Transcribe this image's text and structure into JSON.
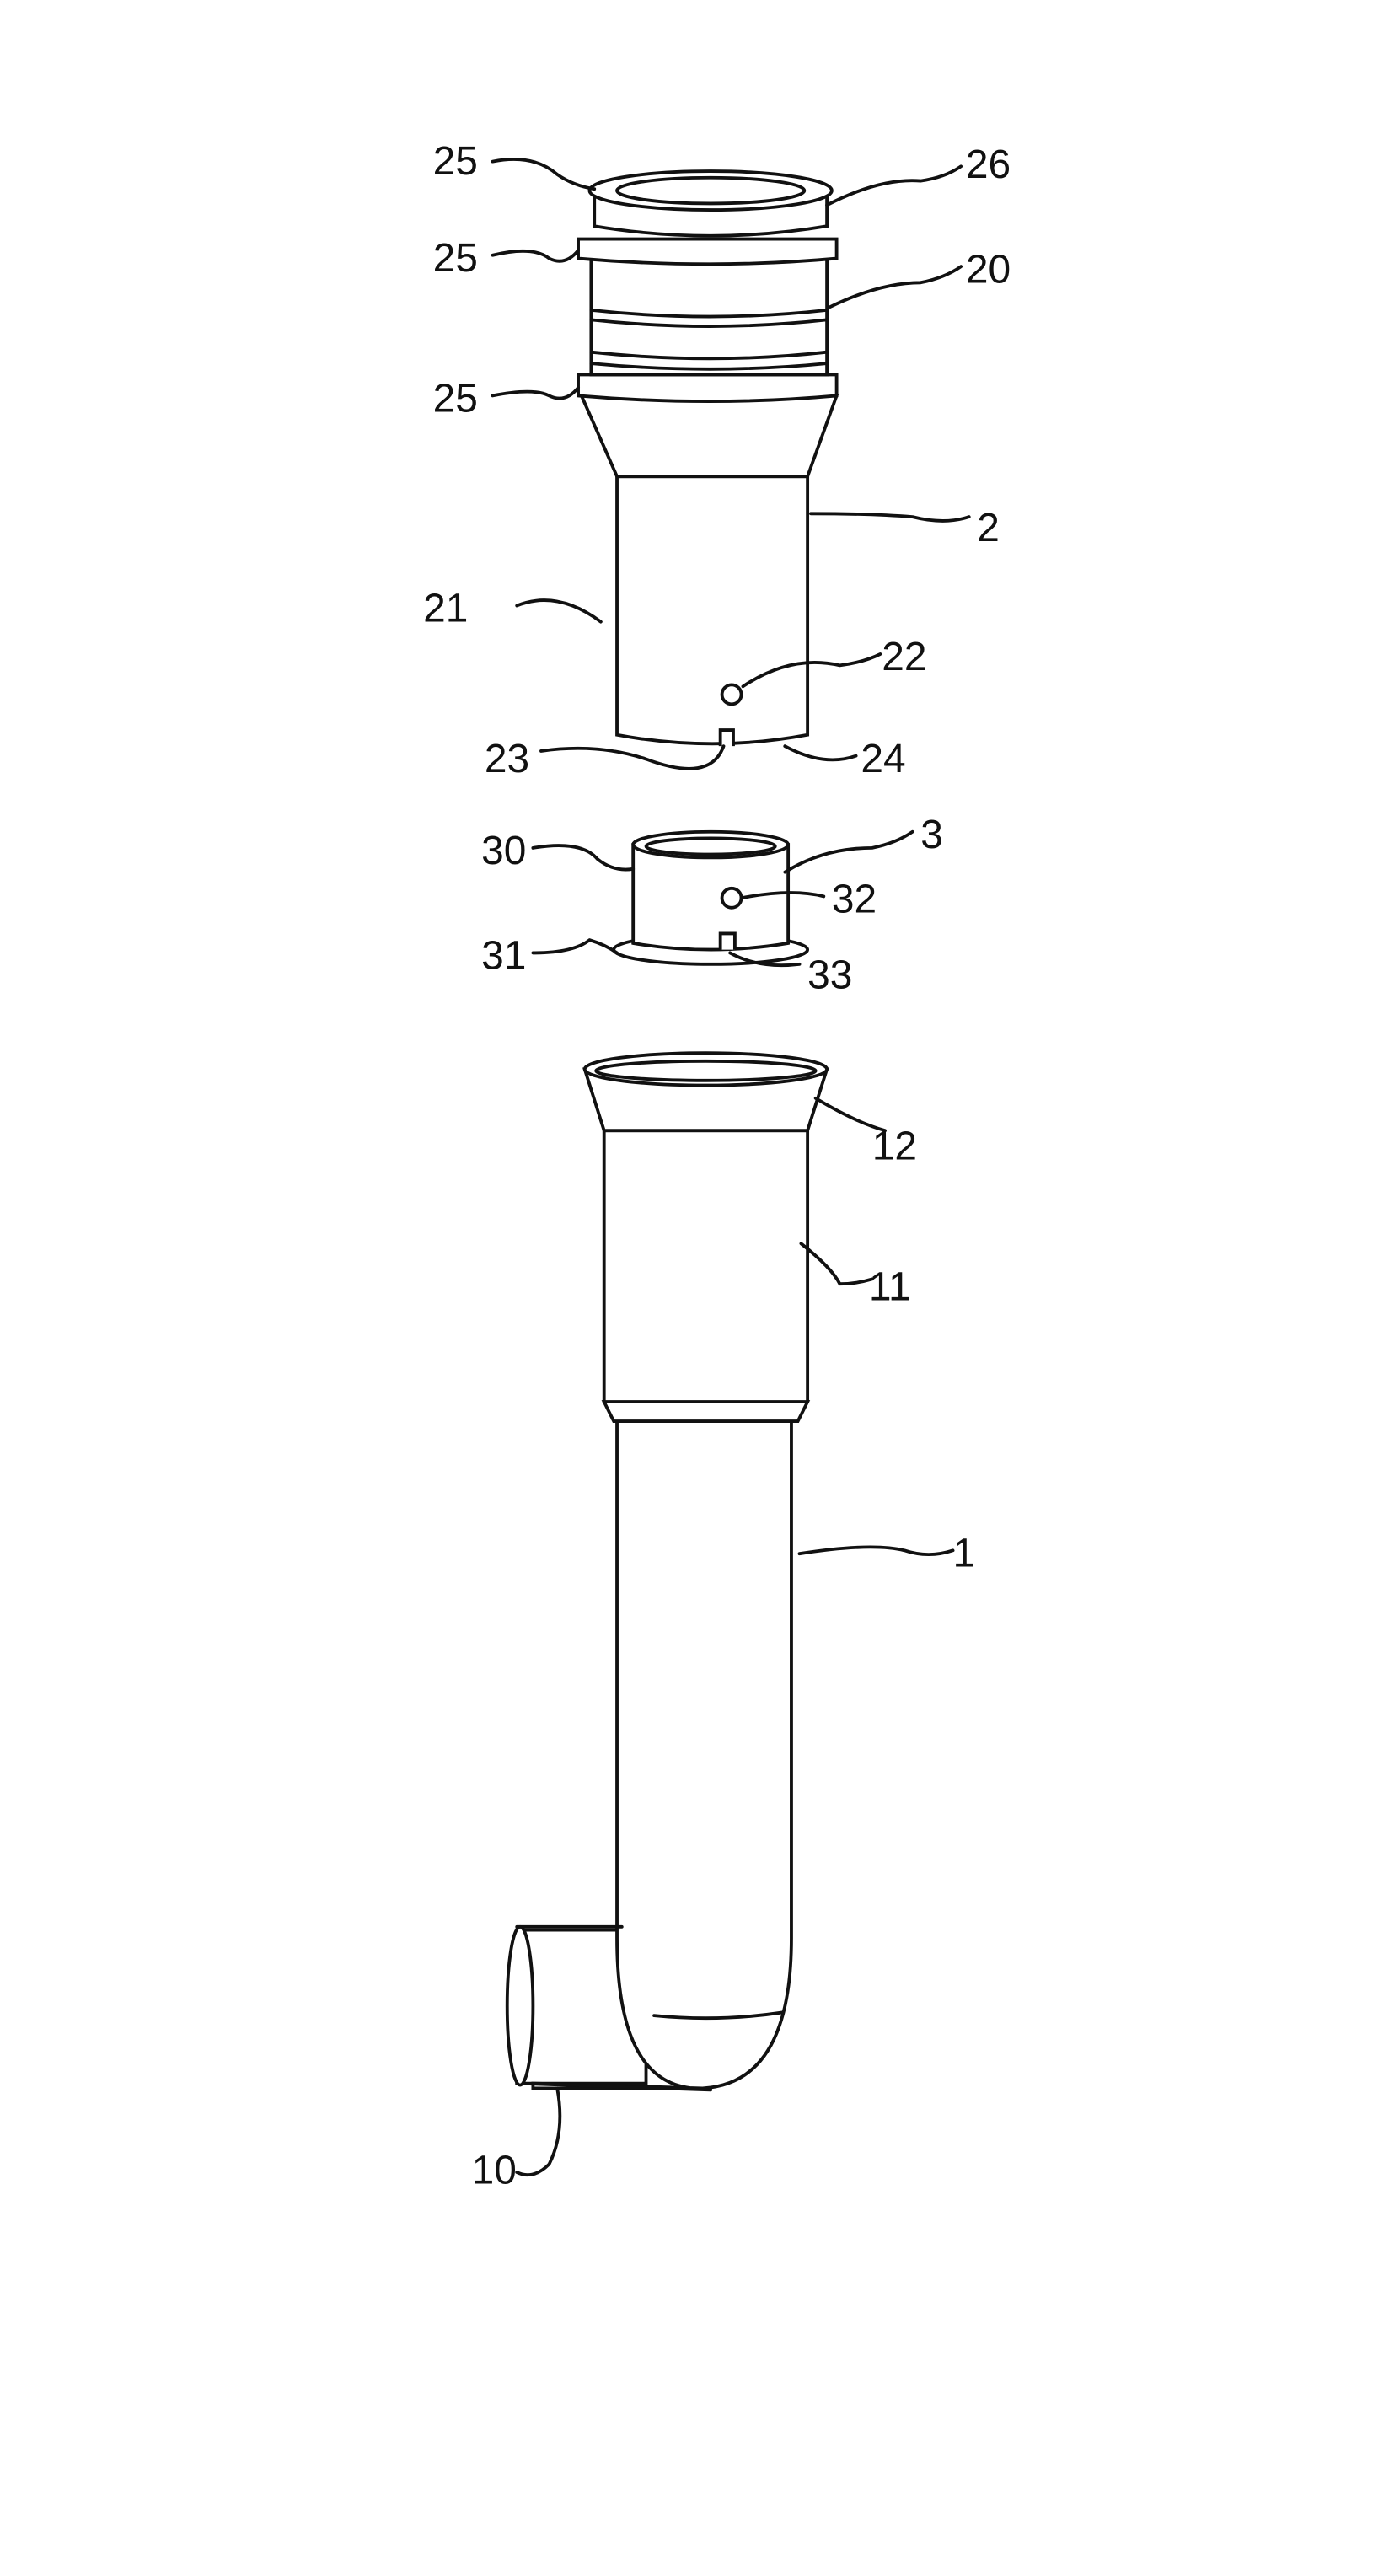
{
  "figure": {
    "labels": {
      "l25a": "25",
      "l26": "26",
      "l25b": "25",
      "l20": "20",
      "l25c": "25",
      "l2": "2",
      "l21": "21",
      "l22": "22",
      "l23": "23",
      "l24": "24",
      "l30": "30",
      "l3": "3",
      "l32": "32",
      "l31": "31",
      "l33": "33",
      "l12": "12",
      "l11": "11",
      "l1": "1",
      "l10": "10"
    }
  }
}
